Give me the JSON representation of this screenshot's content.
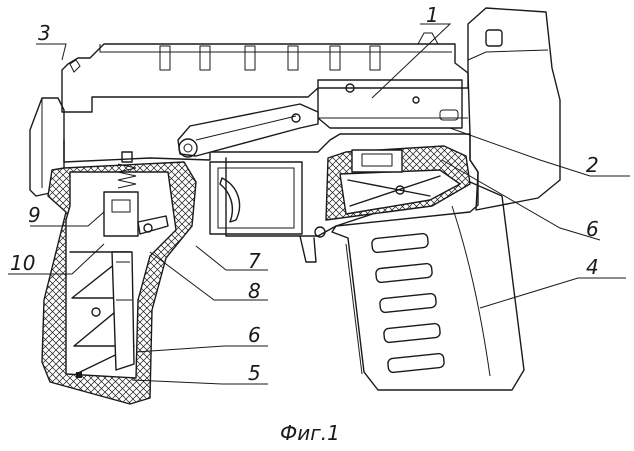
{
  "figure": {
    "caption": "Фиг.1",
    "callouts": [
      {
        "id": "c1",
        "label": "1"
      },
      {
        "id": "c2",
        "label": "2"
      },
      {
        "id": "c3",
        "label": "3"
      },
      {
        "id": "c4",
        "label": "4"
      },
      {
        "id": "c5",
        "label": "5"
      },
      {
        "id": "c6a",
        "label": "6"
      },
      {
        "id": "c6b",
        "label": "6"
      },
      {
        "id": "c7",
        "label": "7"
      },
      {
        "id": "c8",
        "label": "8"
      },
      {
        "id": "c9",
        "label": "9"
      },
      {
        "id": "c10",
        "label": "10"
      }
    ]
  }
}
